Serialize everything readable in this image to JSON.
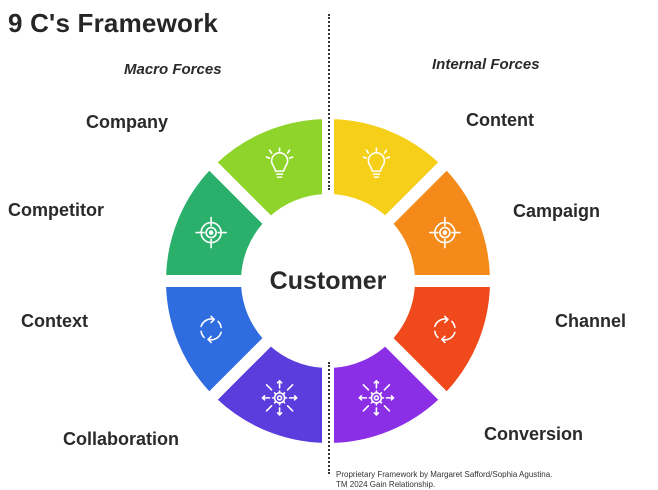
{
  "title": "9 C's Framework",
  "macro_forces_label": "Macro Forces",
  "internal_forces_label": "Internal  Forces",
  "center_label": "Customer",
  "left_items": [
    {
      "label": "Company",
      "color": "#8fd42a",
      "icon": "lightbulb-icon"
    },
    {
      "label": "Competitor",
      "color": "#2ab06b",
      "icon": "target-icon"
    },
    {
      "label": "Context",
      "color": "#2f6ce0",
      "icon": "cycle-icon"
    },
    {
      "label": "Collaboration",
      "color": "#5a3ddc",
      "icon": "gear-network-icon"
    }
  ],
  "right_items": [
    {
      "label": "Content",
      "color": "#f5cf18",
      "icon": "lightbulb-icon"
    },
    {
      "label": "Campaign",
      "color": "#f38a1a",
      "icon": "target-icon"
    },
    {
      "label": "Channel",
      "color": "#f04a1c",
      "icon": "cycle-icon"
    },
    {
      "label": "Conversion",
      "color": "#8b2fe6",
      "icon": "gear-network-icon"
    }
  ],
  "footer_lines": [
    "Proprietary Framework by Margaret Safford/Sophia Agustina.",
    "TM 2024 Gain Relationship."
  ]
}
